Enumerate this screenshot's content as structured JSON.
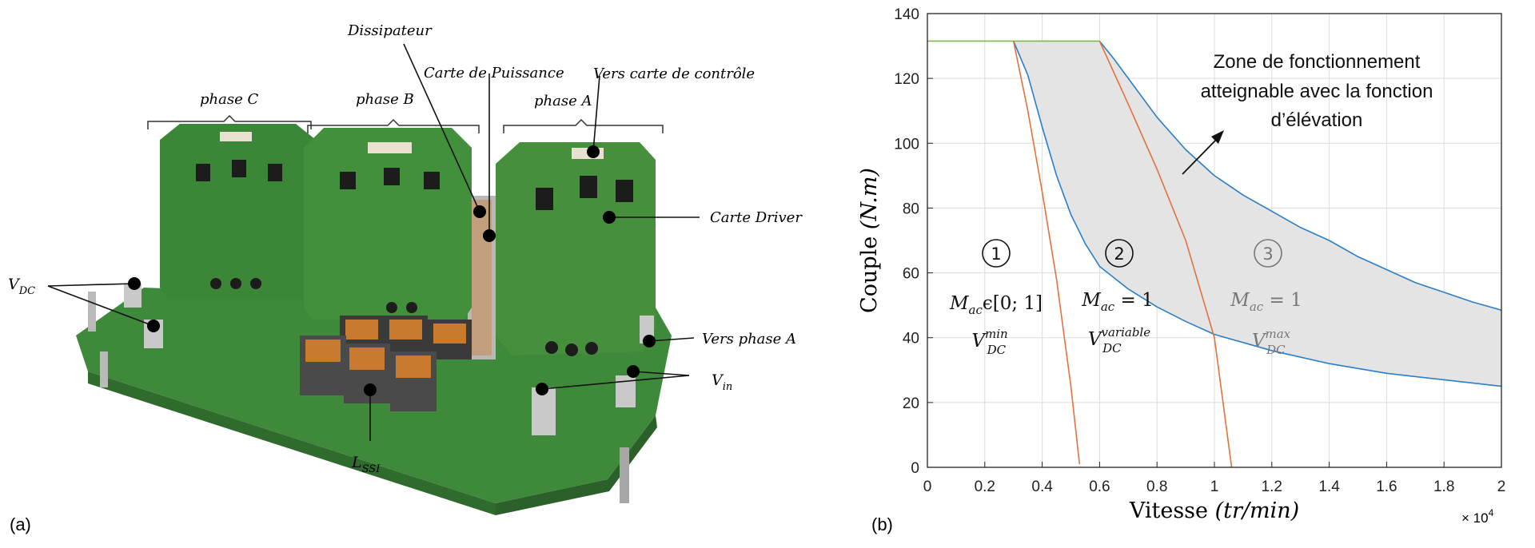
{
  "panel_a": {
    "label": "(a)",
    "annotations": {
      "dissipateur": "Dissipateur",
      "carte_puissance": "Carte de Puissance",
      "vers_controle": "Vers carte de contrôle",
      "phase_c": "phase C",
      "phase_b": "phase B",
      "phase_a": "phase A",
      "carte_driver": "Carte Driver",
      "vdc": "V",
      "vdc_sub": "DC",
      "vers_phase_a": "Vers phase A",
      "vin": "V",
      "vin_sub": "in",
      "lssi": "L",
      "lssi_sub": "SSI"
    },
    "colors": {
      "pcb": "#3f8a3a",
      "pcb_dark": "#2e6b2c",
      "chip": "#1c1c1c",
      "inductor": "#c87a2e",
      "metal": "#c9c9c9"
    }
  },
  "panel_b": {
    "label": "(b)",
    "zone_text": [
      "Zone de fonctionnement",
      "atteignable avec la fonction",
      "d’élévation"
    ],
    "regions": [
      {
        "num": "1",
        "mac_line": "M",
        "mac_sub": "ac",
        "mac_rest": "ϵ[0; 1]",
        "v_base": "V",
        "v_sub": "DC",
        "v_sup": "min",
        "gray": false
      },
      {
        "num": "2",
        "mac_line": "M",
        "mac_sub": "ac",
        "mac_rest": " = 1",
        "v_base": "V",
        "v_sub": "DC",
        "v_sup": "variable",
        "gray": false
      },
      {
        "num": "3",
        "mac_line": "M",
        "mac_sub": "ac",
        "mac_rest": " = 1",
        "v_base": "V",
        "v_sub": "DC",
        "v_sup": "max",
        "gray": true
      }
    ]
  },
  "chart_data": {
    "type": "line",
    "xlabel_main": "Vitesse",
    "xlabel_unit": "(tr/min)",
    "ylabel_main": "Couple",
    "ylabel_unit": "(N.m)",
    "x_multiplier": "× 10",
    "x_multiplier_exp": "4",
    "xlim": [
      0,
      2
    ],
    "ylim": [
      0,
      140
    ],
    "xticks": [
      "0",
      "0.2",
      "0.4",
      "0.6",
      "0.8",
      "1",
      "1.2",
      "1.4",
      "1.6",
      "1.8",
      "2"
    ],
    "yticks": [
      "0",
      "20",
      "40",
      "60",
      "80",
      "100",
      "120",
      "140"
    ],
    "grid": true,
    "colors": {
      "blue": "#2a7fc6",
      "orange": "#e0733f",
      "green": "#7dbb45",
      "fill": "#e4e4e4"
    },
    "series": [
      {
        "color": "#7dbb45",
        "x": [
          0,
          0.3,
          0.6
        ],
        "y": [
          131.5,
          131.5,
          131.5
        ]
      },
      {
        "color": "#2a7fc6",
        "x": [
          0.3,
          0.35,
          0.4,
          0.45,
          0.5,
          0.55,
          0.6,
          0.7,
          0.8,
          0.9,
          1.0,
          1.2,
          1.4,
          1.6,
          1.8,
          2.0
        ],
        "y": [
          131.5,
          121,
          105,
          90,
          78,
          69,
          62,
          55,
          49.5,
          45,
          41,
          36,
          32,
          29,
          27,
          25
        ]
      },
      {
        "color": "#2a7fc6",
        "x": [
          0.6,
          0.65,
          0.7,
          0.8,
          0.9,
          1.0,
          1.1,
          1.2,
          1.3,
          1.4,
          1.5,
          1.6,
          1.7,
          1.8,
          1.9,
          2.0
        ],
        "y": [
          131.5,
          126,
          120,
          108,
          98,
          90,
          84,
          79,
          74,
          70,
          65,
          61,
          57,
          54,
          51,
          48.5
        ]
      },
      {
        "color": "#e0733f",
        "x": [
          0.3,
          0.35,
          0.4,
          0.45,
          0.5,
          0.53
        ],
        "y": [
          131.5,
          110,
          85,
          58,
          25,
          1
        ]
      },
      {
        "color": "#e0733f",
        "x": [
          0.6,
          0.7,
          0.8,
          0.9,
          1.0,
          1.06
        ],
        "y": [
          131.5,
          112,
          92,
          70,
          40,
          0
        ]
      }
    ],
    "fill_between": {
      "upper_series": 2,
      "lower_series": 1
    }
  }
}
